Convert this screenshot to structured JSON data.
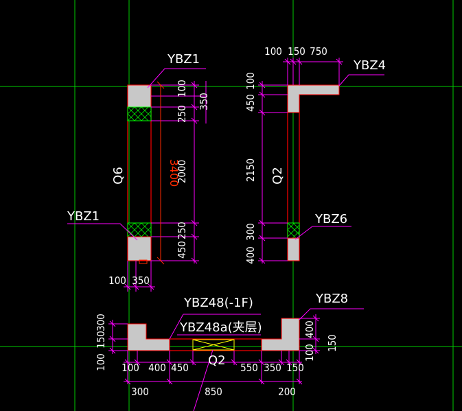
{
  "colors": {
    "background": "#000000",
    "grid": "#00cc00",
    "wall_outline": "#ff0000",
    "column_fill": "#c8c8c8",
    "hatch": "#00ff00",
    "dimension": "#ff00ff",
    "leader": "#ff00ff",
    "text": "#ffffff",
    "total_dim": "#ff2a00",
    "opening": "#ffff00"
  },
  "labels": {
    "ybz1_top": "YBZ1",
    "ybz1_bottom": "YBZ1",
    "ybz4": "YBZ4",
    "ybz6": "YBZ6",
    "ybz8": "YBZ8",
    "ybz48": "YBZ48(-1F)",
    "ybz48a": "YBZ48a(夹层)",
    "wall_left": "Q6",
    "wall_right": "Q2",
    "wall_bottom": "Q2"
  },
  "dims": {
    "left_wall": {
      "seg_100": "100",
      "seg_250_top": "250",
      "seg_2000": "2000",
      "seg_250_bottom": "250",
      "seg_450": "450",
      "overall_350": "350",
      "total_3400": "3400",
      "width_100": "100",
      "width_350": "350"
    },
    "right_wall": {
      "top_100": "100",
      "top_150": "150",
      "top_750": "750",
      "seg_100": "100",
      "seg_450": "450",
      "seg_2150": "2150",
      "seg_300": "300",
      "seg_400": "400"
    },
    "bottom_wall": {
      "left_300": "300",
      "left_150": "150",
      "left_100": "100",
      "b_100": "100",
      "b_400": "400",
      "b_450": "450",
      "b_550": "550",
      "b_350": "350",
      "b_150": "150",
      "b2_300": "300",
      "b2_850": "850",
      "b2_200": "200",
      "right_400": "400",
      "right_150": "150",
      "right_100": "100"
    }
  }
}
